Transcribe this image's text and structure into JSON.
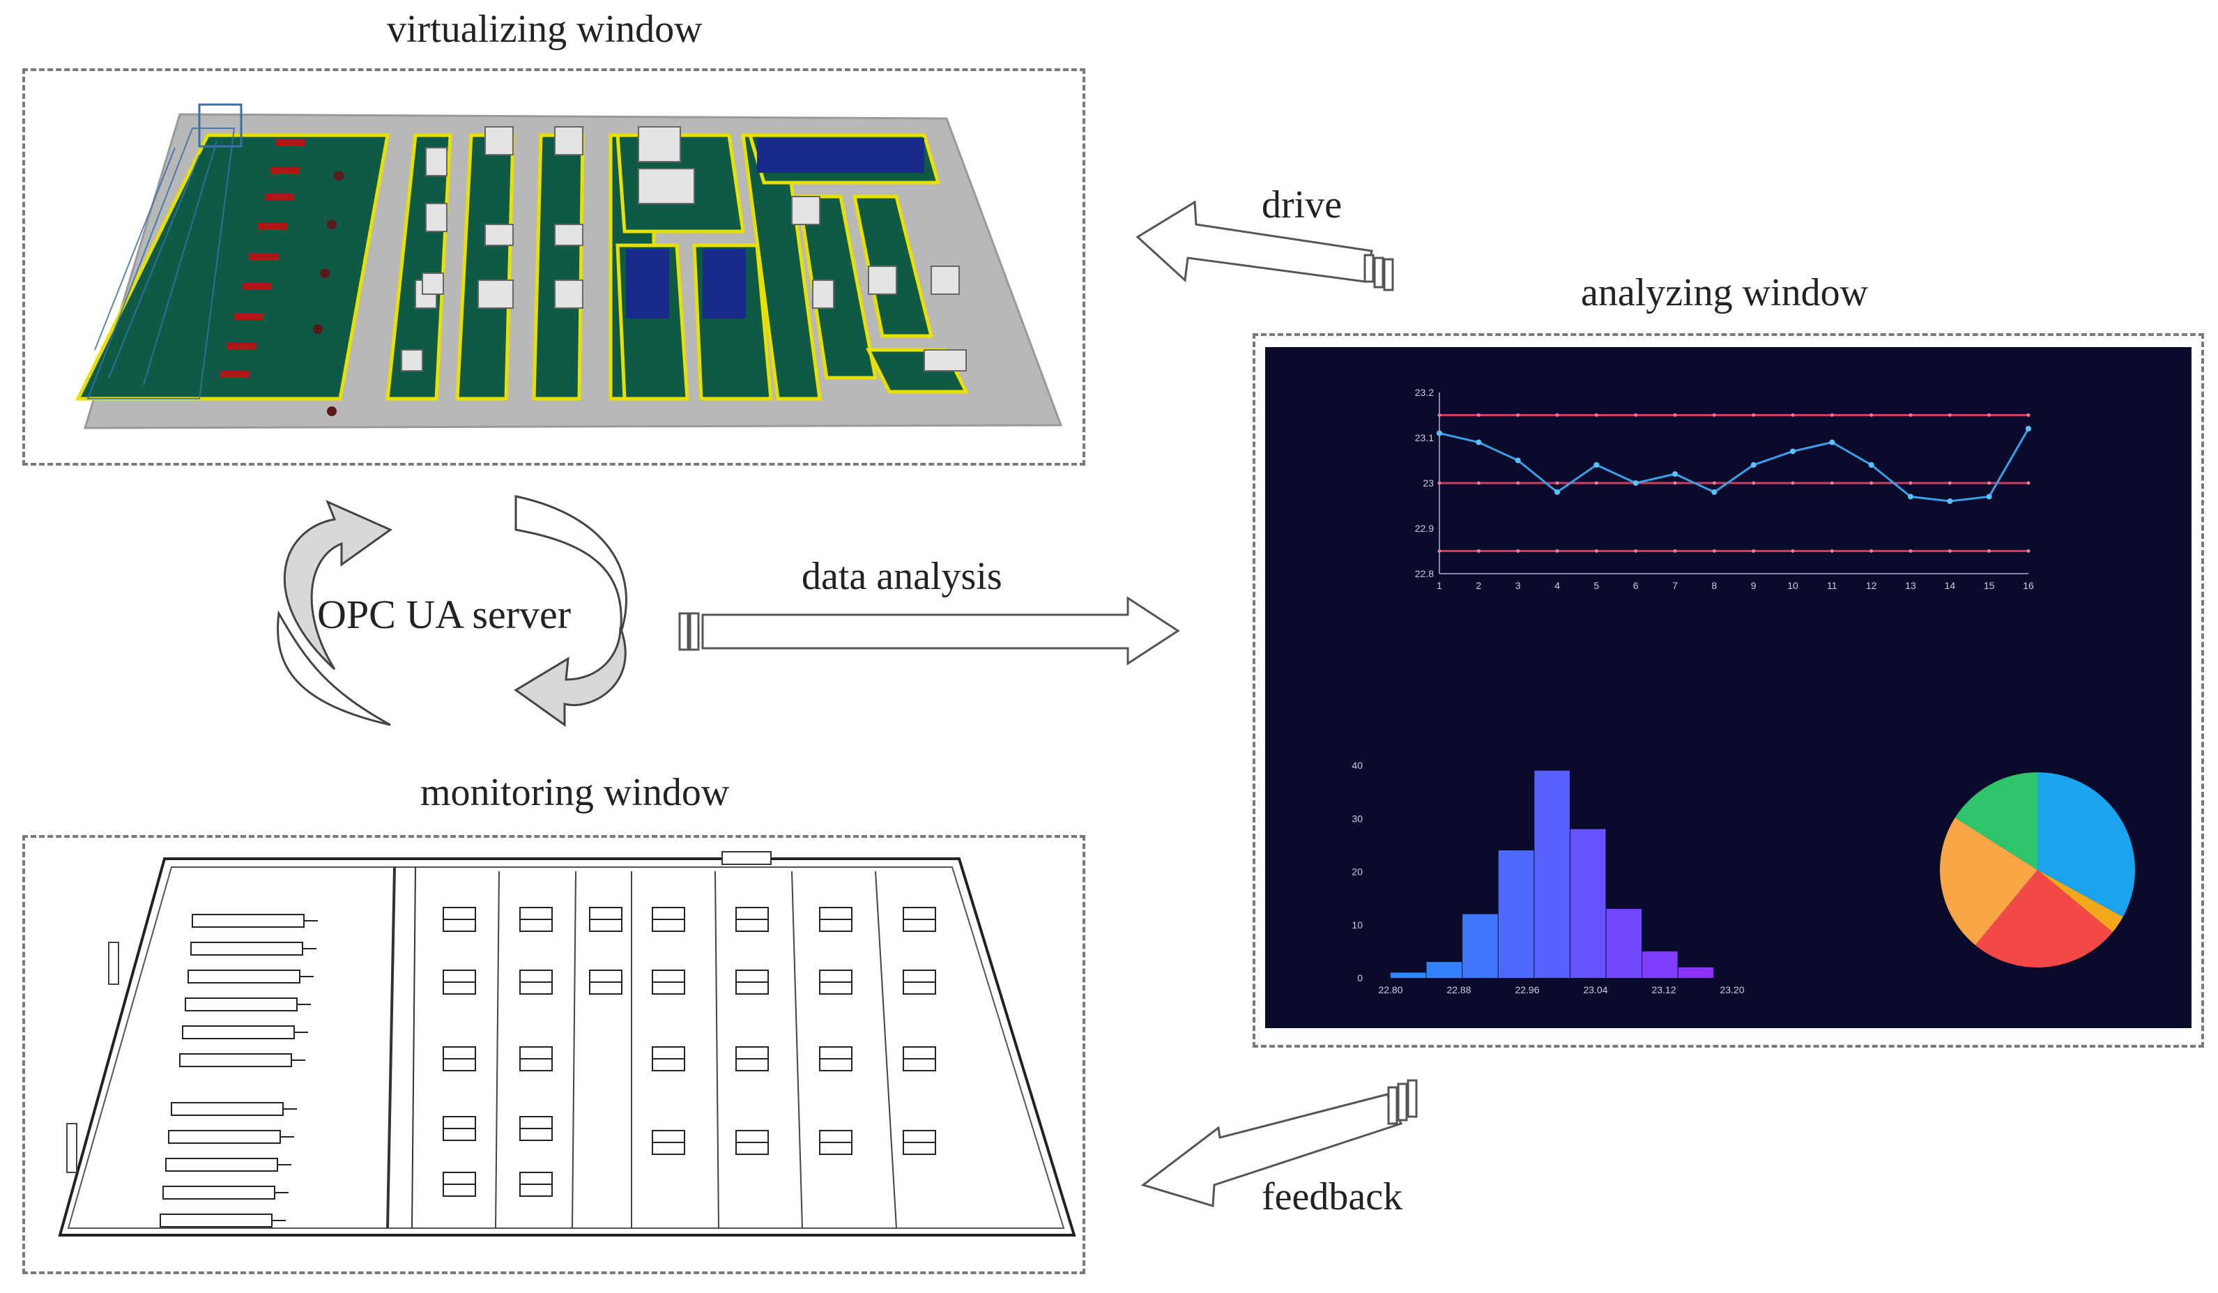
{
  "labels": {
    "virtualizing": "virtualizing window",
    "analyzing": "analyzing window",
    "monitoring": "monitoring window",
    "server": "OPC UA server",
    "drive": "drive",
    "data_analysis": "data analysis",
    "feedback": "feedback"
  },
  "colors": {
    "dark_bg": "#0a0a2a",
    "floor_green": "#0e5a46",
    "zone_border": "#e8e000",
    "control_line": "#c84060",
    "series_line": "#3aa0e8",
    "panel_border": "#7a7a7a"
  },
  "chart_data": [
    {
      "type": "line",
      "x": [
        1,
        2,
        3,
        4,
        5,
        6,
        7,
        8,
        9,
        10,
        11,
        12,
        13,
        14,
        15,
        16
      ],
      "series": [
        {
          "values": [
            23.11,
            23.09,
            23.05,
            22.98,
            23.04,
            23.0,
            23.02,
            22.98,
            23.04,
            23.07,
            23.09,
            23.04,
            22.97,
            22.96,
            22.97,
            23.12
          ]
        }
      ],
      "control_lines": [
        23.15,
        23.0,
        22.85
      ],
      "ylim": [
        22.8,
        23.2
      ],
      "ytick_labels": [
        "23.2",
        "23.1",
        "23",
        "22.9",
        "22.8"
      ],
      "xtick_labels": [
        "1",
        "2",
        "3",
        "4",
        "5",
        "6",
        "7",
        "8",
        "9",
        "10",
        "11",
        "12",
        "13",
        "14",
        "15",
        "16"
      ]
    },
    {
      "type": "bar",
      "categories": [
        "22.84",
        "22.88",
        "22.92",
        "22.96",
        "23.00",
        "23.04",
        "23.08",
        "23.12",
        "23.16"
      ],
      "values": [
        1,
        3,
        12,
        24,
        39,
        28,
        13,
        5,
        2
      ],
      "ylim": [
        0,
        40
      ],
      "ytick_labels": [
        "40",
        "30",
        "20",
        "10",
        "0"
      ],
      "xtick_labels": [
        "22.80",
        "22.88",
        "22.96",
        "23.04",
        "23.12",
        "23.20"
      ]
    },
    {
      "type": "pie",
      "values": [
        33,
        3,
        25,
        23,
        16
      ],
      "colors": [
        "#1aa4ee",
        "#f2a81a",
        "#f24848",
        "#f8a646",
        "#2ec46a"
      ]
    }
  ]
}
